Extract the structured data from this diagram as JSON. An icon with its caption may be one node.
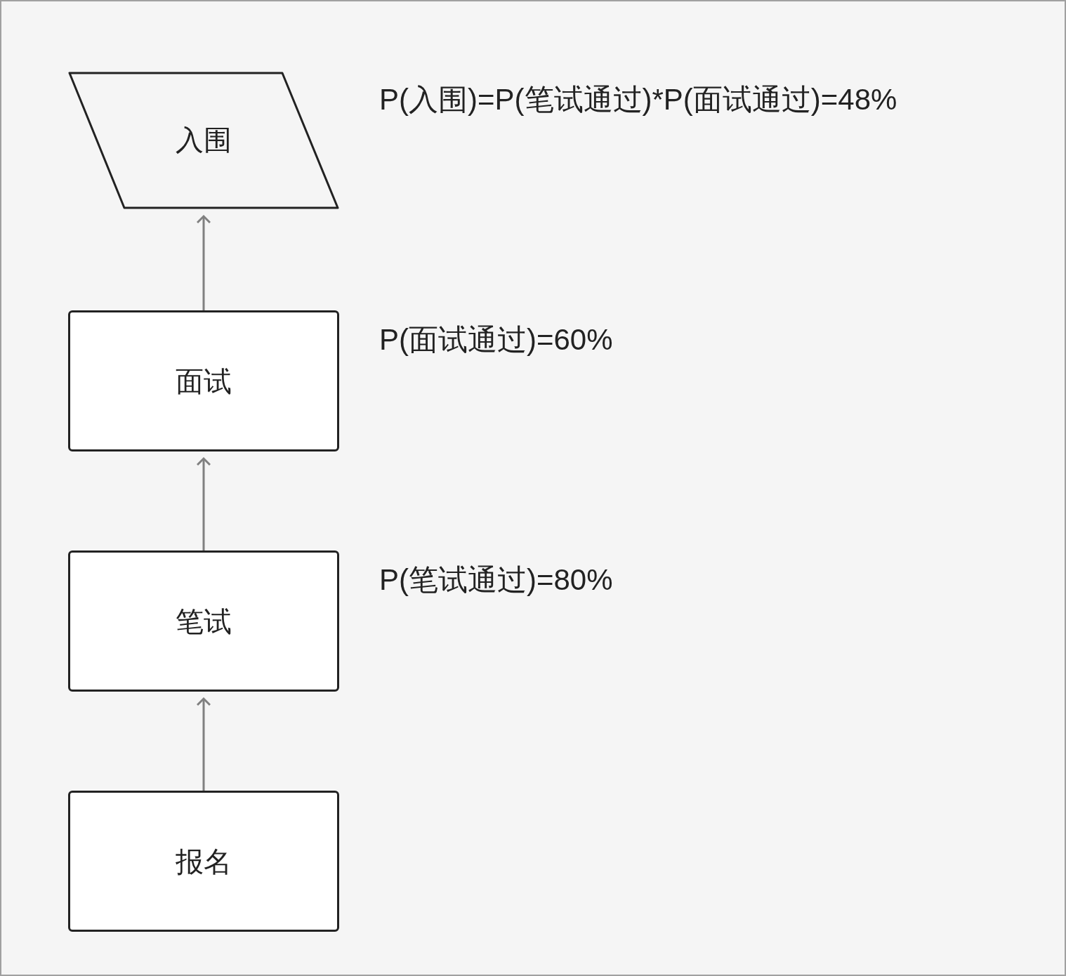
{
  "diagram": {
    "nodes": [
      {
        "text": [
          "入围"
        ]
      },
      {
        "text": [
          "面试"
        ]
      },
      {
        "text": [
          "笔试"
        ]
      },
      {
        "text": [
          "报名"
        ]
      }
    ],
    "edges": [
      {
        "from": 3,
        "to": 2,
        "arrow": "to"
      },
      {
        "from": 2,
        "to": 1,
        "arrow": "to"
      },
      {
        "from": 1,
        "to": 0,
        "arrow": "to"
      }
    ],
    "labels": [
      "P(入围)=P(笔试通过)*P(面试通过)=48%",
      "P(面试通过)=60%",
      "P(笔试通过)=80%"
    ]
  }
}
